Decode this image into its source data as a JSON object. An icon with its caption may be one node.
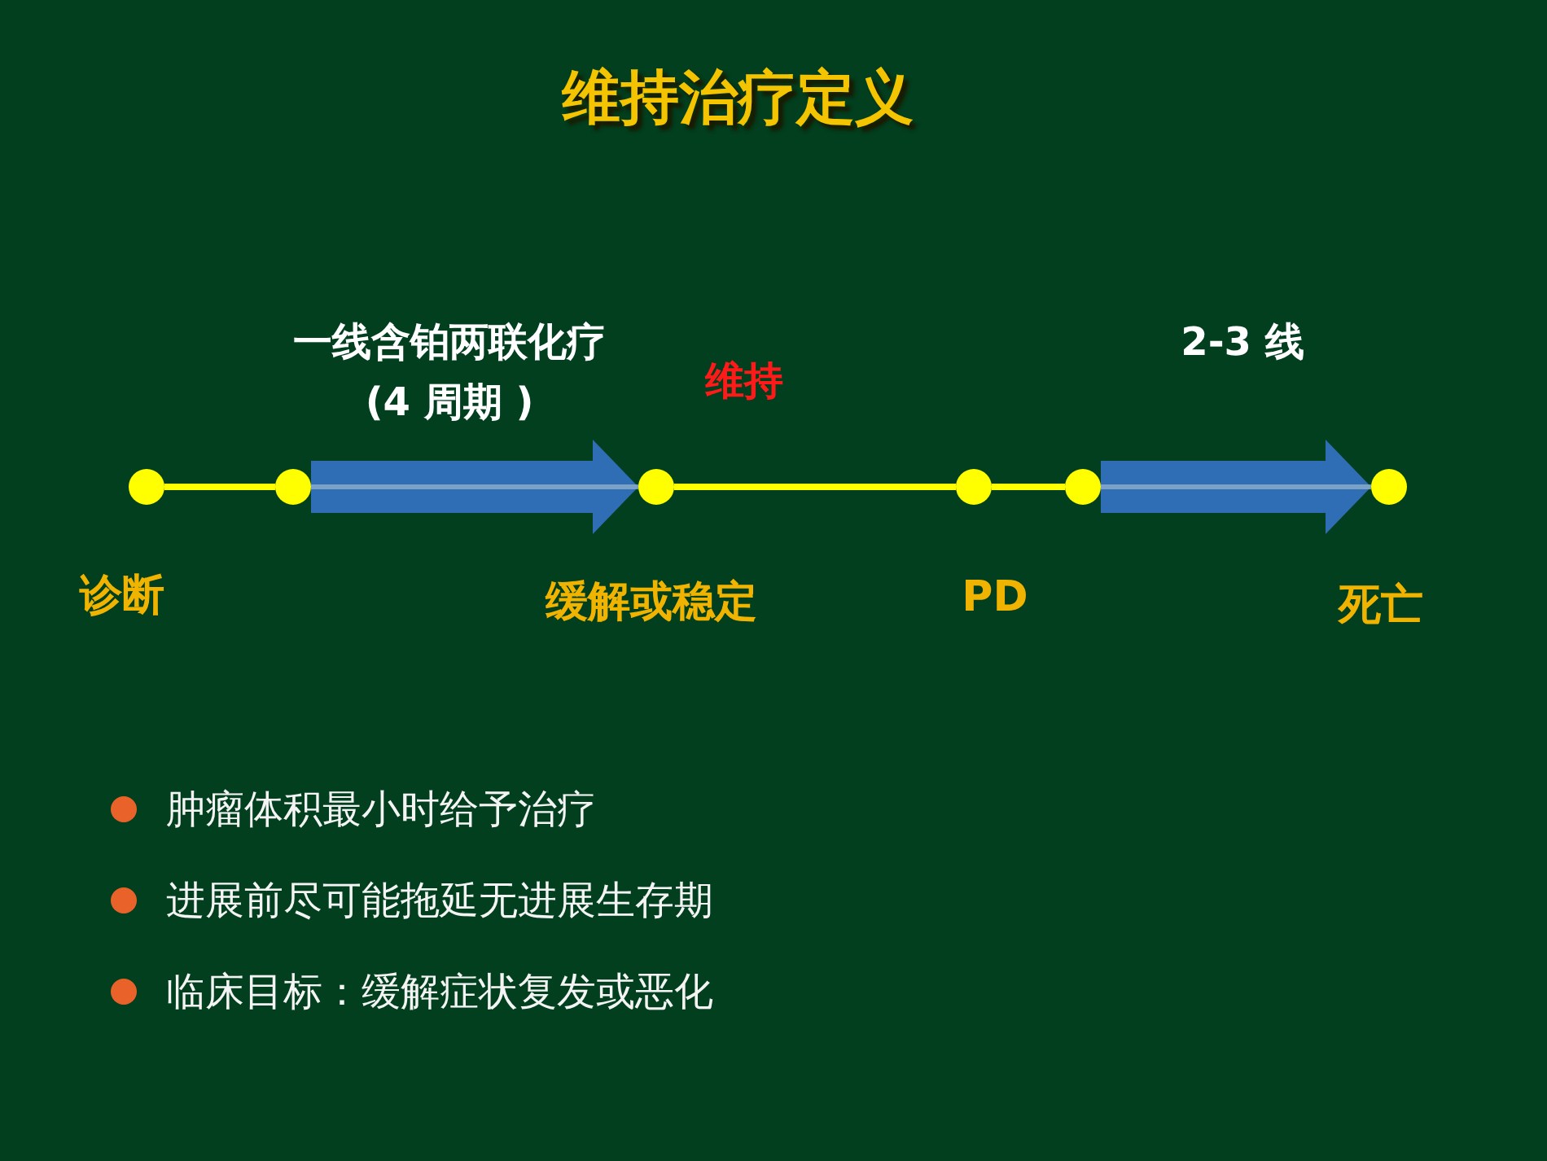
{
  "diagram": {
    "title": "维持治疗定义",
    "nodes": [
      {
        "text": [],
        "shape": "circle",
        "beside": [
          "诊断"
        ]
      },
      {
        "text": [],
        "shape": "circle"
      },
      {
        "text": [],
        "shape": "circle",
        "beside": [
          "缓解或稳定"
        ]
      },
      {
        "text": [],
        "shape": "circle",
        "beside": [
          "PD"
        ]
      },
      {
        "text": [],
        "shape": "circle"
      },
      {
        "text": [],
        "shape": "circle",
        "beside": [
          "死亡"
        ]
      }
    ],
    "edges": [
      {
        "from": 0,
        "to": 1,
        "arrow": "none"
      },
      {
        "from": 1,
        "to": 2,
        "arrow": "to",
        "style": "thick",
        "color": "#2f6db5",
        "label": "一线含铂两联化疗 (4 周期 )"
      },
      {
        "from": 2,
        "to": 3,
        "arrow": "none",
        "label": "维持"
      },
      {
        "from": 3,
        "to": 4,
        "arrow": "none"
      },
      {
        "from": 4,
        "to": 5,
        "arrow": "to",
        "style": "thick",
        "color": "#2f6db5",
        "label": "2-3 线"
      }
    ],
    "labels": [
      "肿瘤体积最小时给予治疗",
      "进展前尽可能拖延无进展生存期",
      "临床目标：缓解症状复发或恶化"
    ]
  }
}
